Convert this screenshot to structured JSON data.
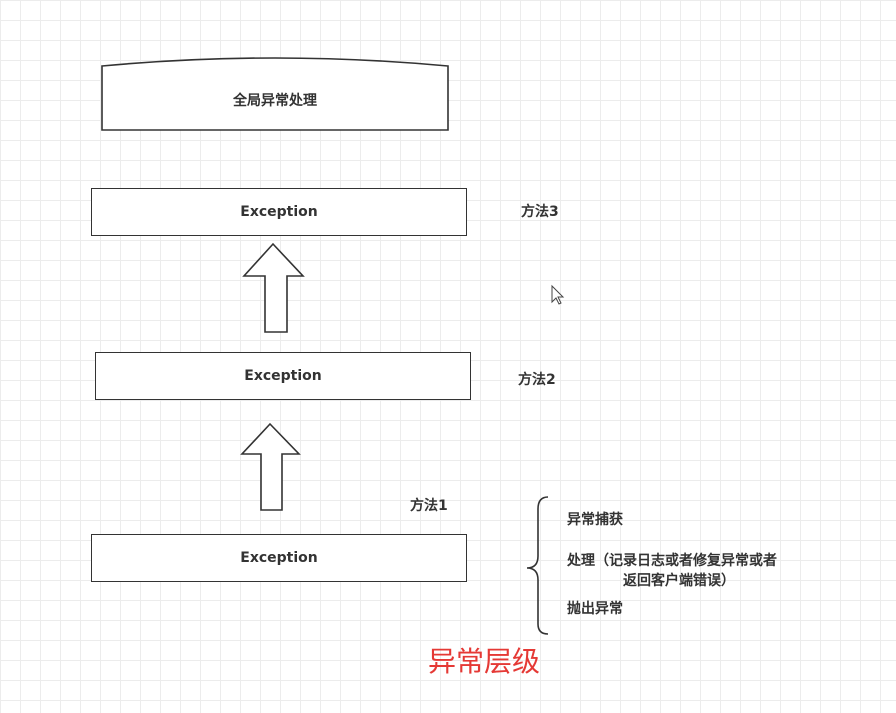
{
  "diagram": {
    "global_handler": "全局异常处理",
    "layers": [
      {
        "exception_label": "Exception",
        "method_label": "方法3"
      },
      {
        "exception_label": "Exception",
        "method_label": "方法2"
      },
      {
        "exception_label": "Exception",
        "method_label": "方法1"
      }
    ],
    "notes": {
      "catch": "异常捕获",
      "handle_line1": "处理（记录日志或者修复异常或者",
      "handle_line2": "返回客户端错误）",
      "throw": "抛出异常"
    },
    "caption": "异常层级"
  }
}
